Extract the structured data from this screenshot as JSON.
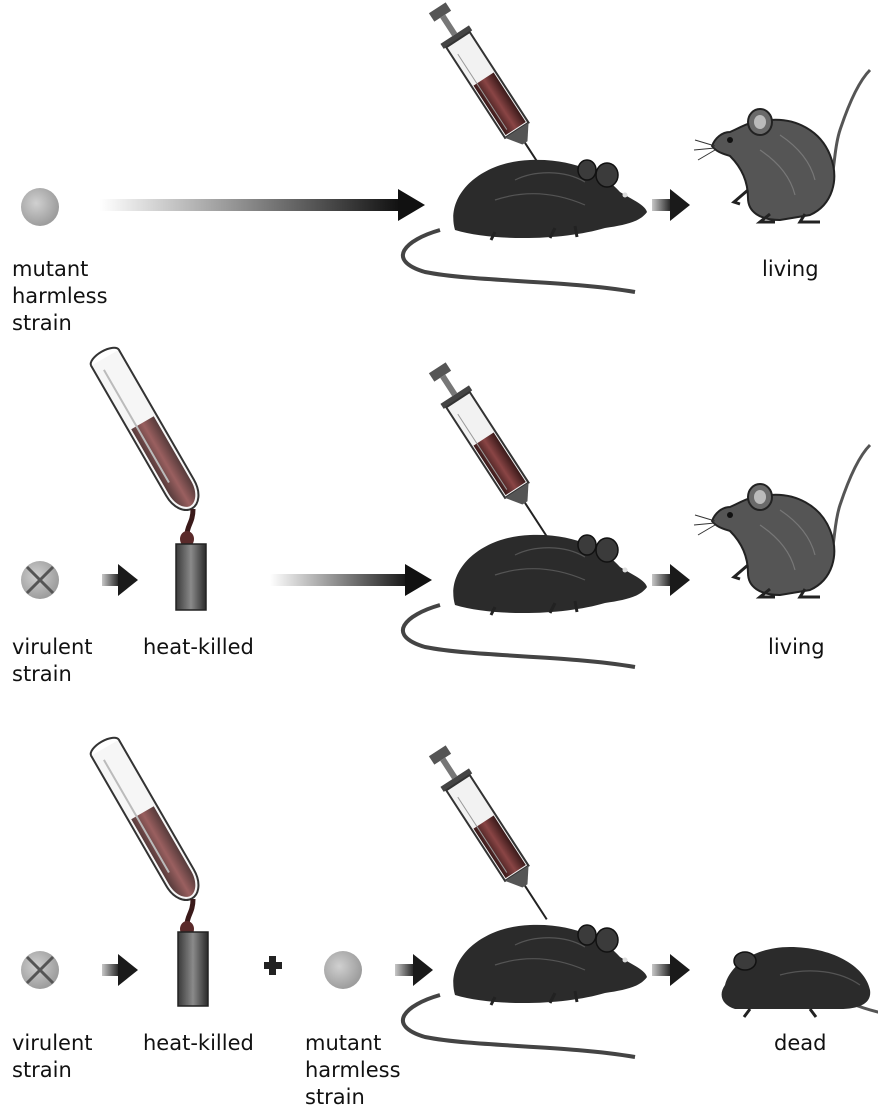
{
  "rows": [
    {
      "input_label": "mutant\nharmless\nstrain",
      "outcome_label": "living"
    },
    {
      "input_label": "virulent\nstrain",
      "treatment_label": "heat-killed",
      "outcome_label": "living"
    },
    {
      "input_label": "virulent\nstrain",
      "treatment_label": "heat-killed",
      "added_label": "mutant\nharmless\nstrain",
      "outcome_label": "dead"
    }
  ],
  "icons": {
    "harmless_cell": "gray-circle",
    "virulent_cell": "crossed-circle",
    "plus": "plus-sign",
    "arrow": "gradient-arrow"
  },
  "colors": {
    "cell_gray": "#b9b9b9",
    "arrow_dark": "#111111",
    "arrow_light": "#ffffff",
    "fluid": "#7a2a2a",
    "mouse": "#2b2b2b"
  }
}
